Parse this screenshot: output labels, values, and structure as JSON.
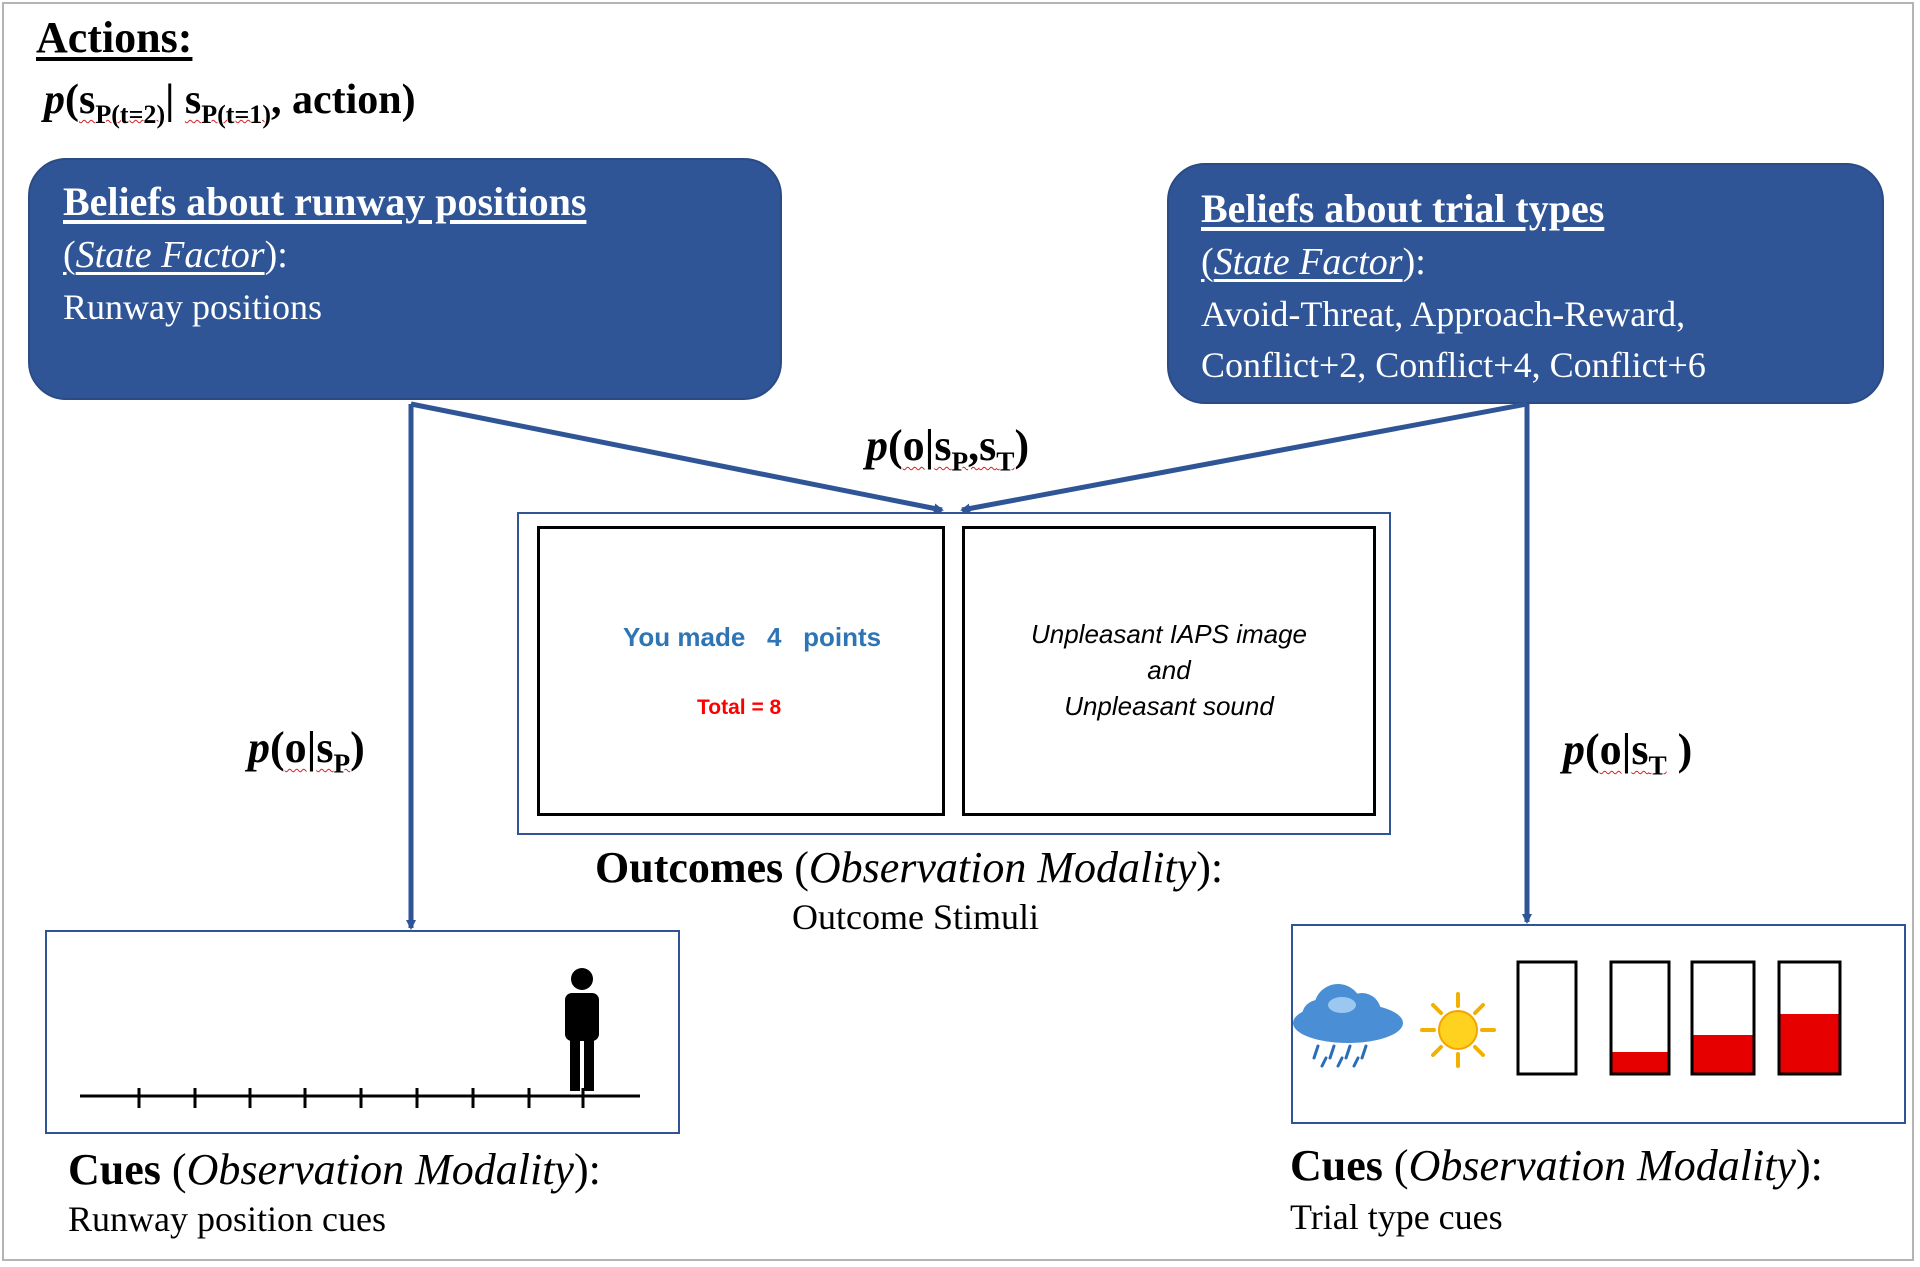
{
  "actions": {
    "title": "Actions:",
    "formula_p": "p",
    "formula_open": "(",
    "formula_s1": "s",
    "formula_s1_sub": "P(t=2)",
    "formula_bar": "| ",
    "formula_s2": "s",
    "formula_s2_sub": "P(t=1)",
    "formula_tail": ", action)"
  },
  "belief_runway": {
    "title": "Beliefs about runway positions",
    "factor_open": "(",
    "factor_text": "State Factor",
    "factor_close": "):",
    "body": "Runway positions"
  },
  "belief_trial": {
    "title": "Beliefs about trial types",
    "factor_open": "(",
    "factor_text": "State Factor",
    "factor_close": "):",
    "body_line1": "Avoid-Threat, Approach-Reward,",
    "body_line2": "Conflict+2, Conflict+4, Conflict+6"
  },
  "likelihoods": {
    "center": {
      "p": "p",
      "open": "(",
      "o": "o",
      "bar": "|",
      "s1": "s",
      "s1_sub": "P",
      "comma": ",",
      "s2": "s",
      "s2_sub": "T",
      "close": ")"
    },
    "left": {
      "p": "p",
      "open": "(",
      "o": "o",
      "bar": "|",
      "s": "s",
      "s_sub": "P",
      "close": ")"
    },
    "right": {
      "p": "p",
      "open": "(",
      "o": "o",
      "bar": "|",
      "s": "s",
      "s_sub": "T",
      "close": " )"
    }
  },
  "outcomes": {
    "screen_left": {
      "made_prefix": "You made",
      "points_value": "4",
      "points_suffix": "points",
      "total": "Total = 8"
    },
    "screen_right": {
      "line1": "Unpleasant IAPS image",
      "line2": "and",
      "line3": "Unpleasant sound"
    },
    "label_bold": "Outcomes",
    "label_open": " (",
    "label_italic": "Observation Modality",
    "label_close": "):",
    "sublabel": "Outcome Stimuli"
  },
  "cues_runway": {
    "label_bold": "Cues",
    "label_open": " (",
    "label_italic": "Observation Modality",
    "label_close": "):",
    "sublabel": "Runway position cues",
    "icons": [
      "person-icon"
    ]
  },
  "cues_trial": {
    "label_bold": "Cues",
    "label_open": " (",
    "label_italic": "Observation Modality",
    "label_close": "):",
    "sublabel": "Trial type cues",
    "icons": [
      "rain-cloud-icon",
      "sun-icon"
    ],
    "bar_fill_levels": [
      0,
      0.2,
      0.36,
      0.52
    ]
  },
  "colors": {
    "belief_fill": "#2f5597",
    "arrow": "#2f5597",
    "points_text": "#2e75b6",
    "total_text": "#ff0000",
    "bar_fill": "#e60000"
  }
}
